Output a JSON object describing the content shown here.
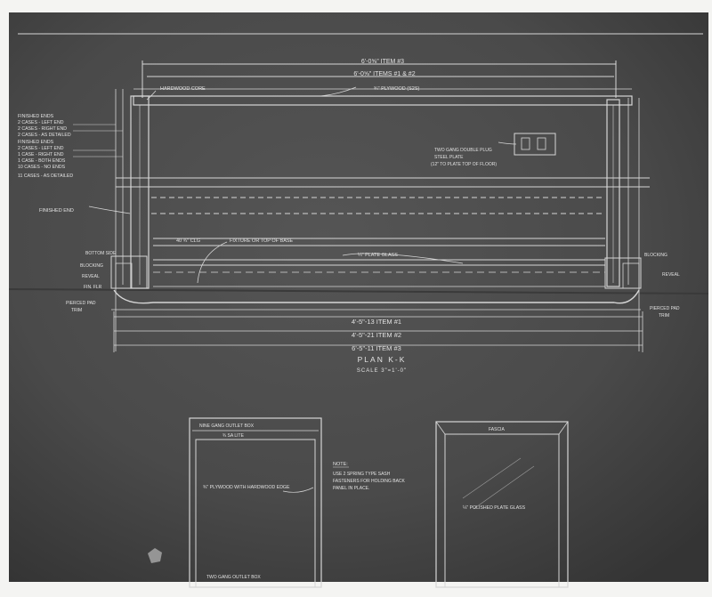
{
  "plan": {
    "dim_overall_top": "6'-0⅝\" ITEM #3",
    "dim_items_1_2": "6'-0⅝\" ITEMS #1 & #2",
    "label_hardwood_core": "HARDWOOD CORE",
    "label_plywood_top": "¾\" PLYWOOD (S2S)",
    "label_outlet": [
      "TWO GANG DOUBLE PLUG",
      "STEEL PLATE",
      "(12\" TO PLATE TOP OF FLOOR)"
    ],
    "label_finished_end": "FINISHED END",
    "label_fixture": "FIXTURE OR TOP OF BASE",
    "label_plate_glass": "¼\" PLATE GLASS",
    "label_dim_ceil": "40 ¾\" CLG",
    "label_blocking_right": "BLOCKING",
    "label_reveal": "REVEAL",
    "label_pierced_trim_right": [
      "PIERCED PAD",
      "TRIM"
    ],
    "label_blocking_left": "BLOCKING",
    "label_reveal_left": "REVEAL",
    "label_pierced_trim_left": [
      "PIERCED PAD",
      "TRIM"
    ],
    "label_fin_left": "FIN. FLR",
    "label_bottom_side": "BOTTOM SIDE",
    "dim_item_1": "4'-5\"-13 ITEM #1",
    "dim_item_2": "4'-5\"-21 ITEM #2",
    "dim_item_3": "6'-5\"-11 ITEM #3",
    "title": "PLAN K-K",
    "scale": "SCALE 3\"=1'-0\""
  },
  "legend": [
    "FINISHED ENDS",
    "2 CASES - LEFT END",
    "2 CASES - RIGHT END",
    "2 CASES - AS DETAILED",
    "",
    "FINISHED ENDS",
    "2 CASES - LEFT END",
    "1 CASE - RIGHT END",
    "1 CASE - BOTH ENDS",
    "10 CASES - NO ENDS",
    "",
    "11 CASES - AS DETAILED"
  ],
  "detail_left": {
    "top_label": "NINE GANG OUTLET BOX",
    "sub_label": "¾ SA LITE",
    "callout": "¾\" PLYWOOD WITH HARDWOOD EDGE",
    "bottom_label": "TWO GANG OUTLET BOX"
  },
  "note": {
    "heading": "NOTE:",
    "text": [
      "USE 2 SPRING TYPE SASH",
      "FASTENERS FOR HOLDING BACK",
      "PANEL IN PLACE."
    ]
  },
  "detail_right": {
    "top_label": "FASCIA",
    "callout": "¼\" POLISHED PLATE GLASS"
  },
  "colors": {
    "paper": "#4a4a4a",
    "line": "#d6d6d6",
    "text": "#e2e2e2",
    "border": "#f4f4f2"
  }
}
